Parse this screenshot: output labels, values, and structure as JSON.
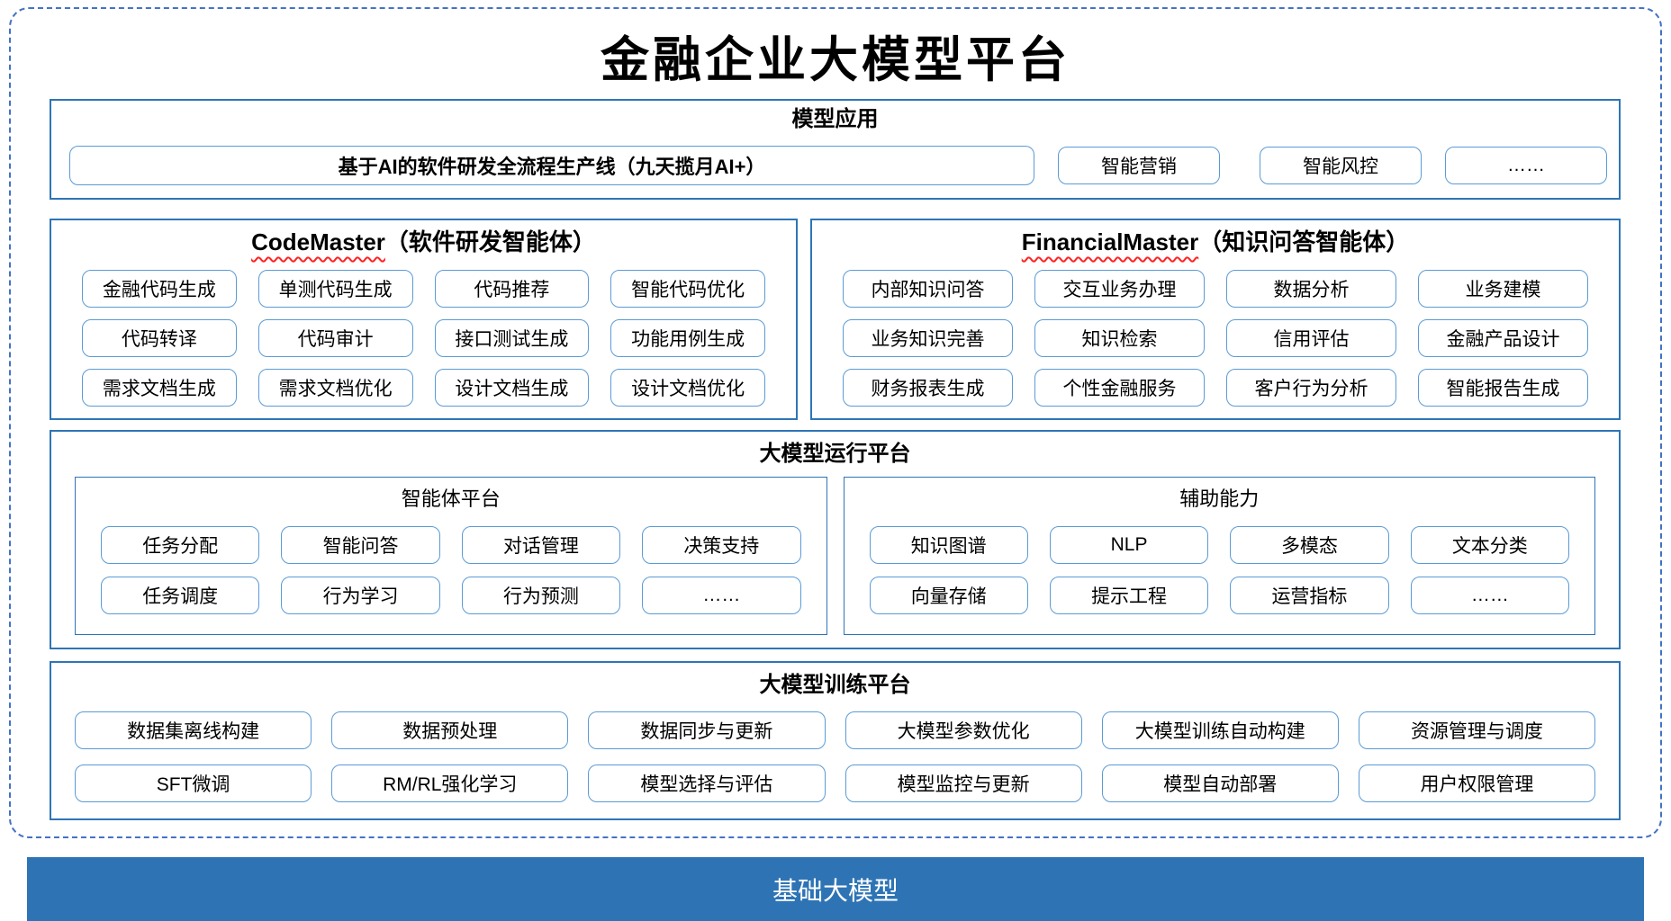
{
  "page_title": "金融企业大模型平台",
  "colors": {
    "section_border": "#2E75B6",
    "box_border": "#5B9BD5",
    "dashed_frame": "#4472C4",
    "foundation_bar": "#2E74B5",
    "squiggle": "#FF2222"
  },
  "model_apps": {
    "title": "模型应用",
    "main_box": "基于AI的软件研发全流程生产线（九天揽月AI+）",
    "boxes": [
      "智能营销",
      "智能风控",
      "……"
    ]
  },
  "codemaster": {
    "title_en": "CodeMaster",
    "title_zh": "（软件研发智能体）",
    "rows": [
      [
        "金融代码生成",
        "单测代码生成",
        "代码推荐",
        "智能代码优化"
      ],
      [
        "代码转译",
        "代码审计",
        "接口测试生成",
        "功能用例生成"
      ],
      [
        "需求文档生成",
        "需求文档优化",
        "设计文档生成",
        "设计文档优化"
      ]
    ]
  },
  "financialmaster": {
    "title_en": "FinancialMaster",
    "title_zh": "（知识问答智能体）",
    "rows": [
      [
        "内部知识问答",
        "交互业务办理",
        "数据分析",
        "业务建模"
      ],
      [
        "业务知识完善",
        "知识检索",
        "信用评估",
        "金融产品设计"
      ],
      [
        "财务报表生成",
        "个性金融服务",
        "客户行为分析",
        "智能报告生成"
      ]
    ]
  },
  "runtime_platform": {
    "title": "大模型运行平台",
    "subpanels": [
      {
        "title": "智能体平台",
        "rows": [
          [
            "任务分配",
            "智能问答",
            "对话管理",
            "决策支持"
          ],
          [
            "任务调度",
            "行为学习",
            "行为预测",
            "……"
          ]
        ]
      },
      {
        "title": "辅助能力",
        "rows": [
          [
            "知识图谱",
            "NLP",
            "多模态",
            "文本分类"
          ],
          [
            "向量存储",
            "提示工程",
            "运营指标",
            "……"
          ]
        ]
      }
    ]
  },
  "training_platform": {
    "title": "大模型训练平台",
    "rows": [
      [
        "数据集离线构建",
        "数据预处理",
        "数据同步与更新",
        "大模型参数优化",
        "大模型训练自动构建",
        "资源管理与调度"
      ],
      [
        "SFT微调",
        "RM/RL强化学习",
        "模型选择与评估",
        "模型监控与更新",
        "模型自动部署",
        "用户权限管理"
      ]
    ]
  },
  "foundation": {
    "label": "基础大模型"
  }
}
